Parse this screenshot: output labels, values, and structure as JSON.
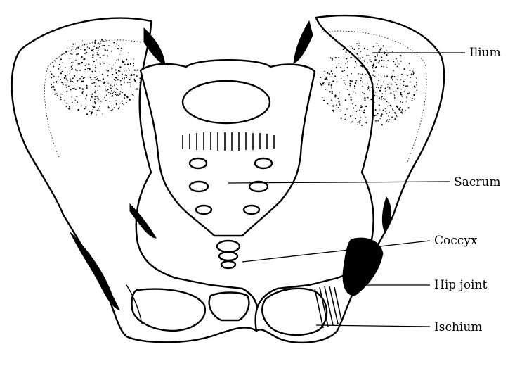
{
  "labels": {
    "ilium": "Ilium",
    "sacrum": "Sacrum",
    "coccyx": "Coccyx",
    "hip_joint": "Hip joint",
    "ischium": "Ischium"
  },
  "colors": {
    "ink": "#000000",
    "paper": "#ffffff"
  }
}
